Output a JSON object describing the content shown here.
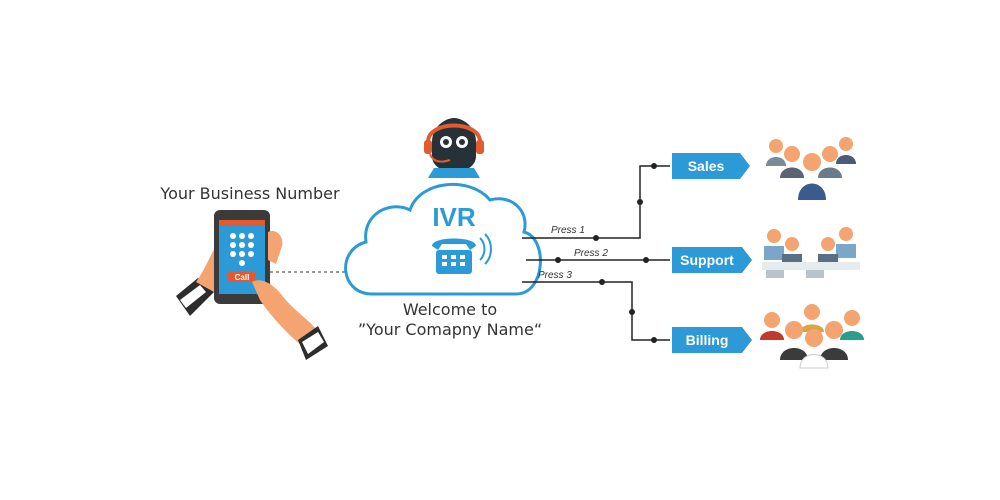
{
  "business_number_label": "Your Business Number",
  "phone": {
    "call_button": "Call"
  },
  "ivr": {
    "title": "IVR",
    "welcome_line1": "Welcome to",
    "welcome_line2": "”Your Comapny Name“"
  },
  "menu": [
    {
      "press": "Press 1",
      "department": "Sales"
    },
    {
      "press": "Press 2",
      "department": "Support"
    },
    {
      "press": "Press 3",
      "department": "Billing"
    }
  ],
  "colors": {
    "accent": "#2b9ad6",
    "skin": "#f3a470",
    "line": "#222222"
  }
}
